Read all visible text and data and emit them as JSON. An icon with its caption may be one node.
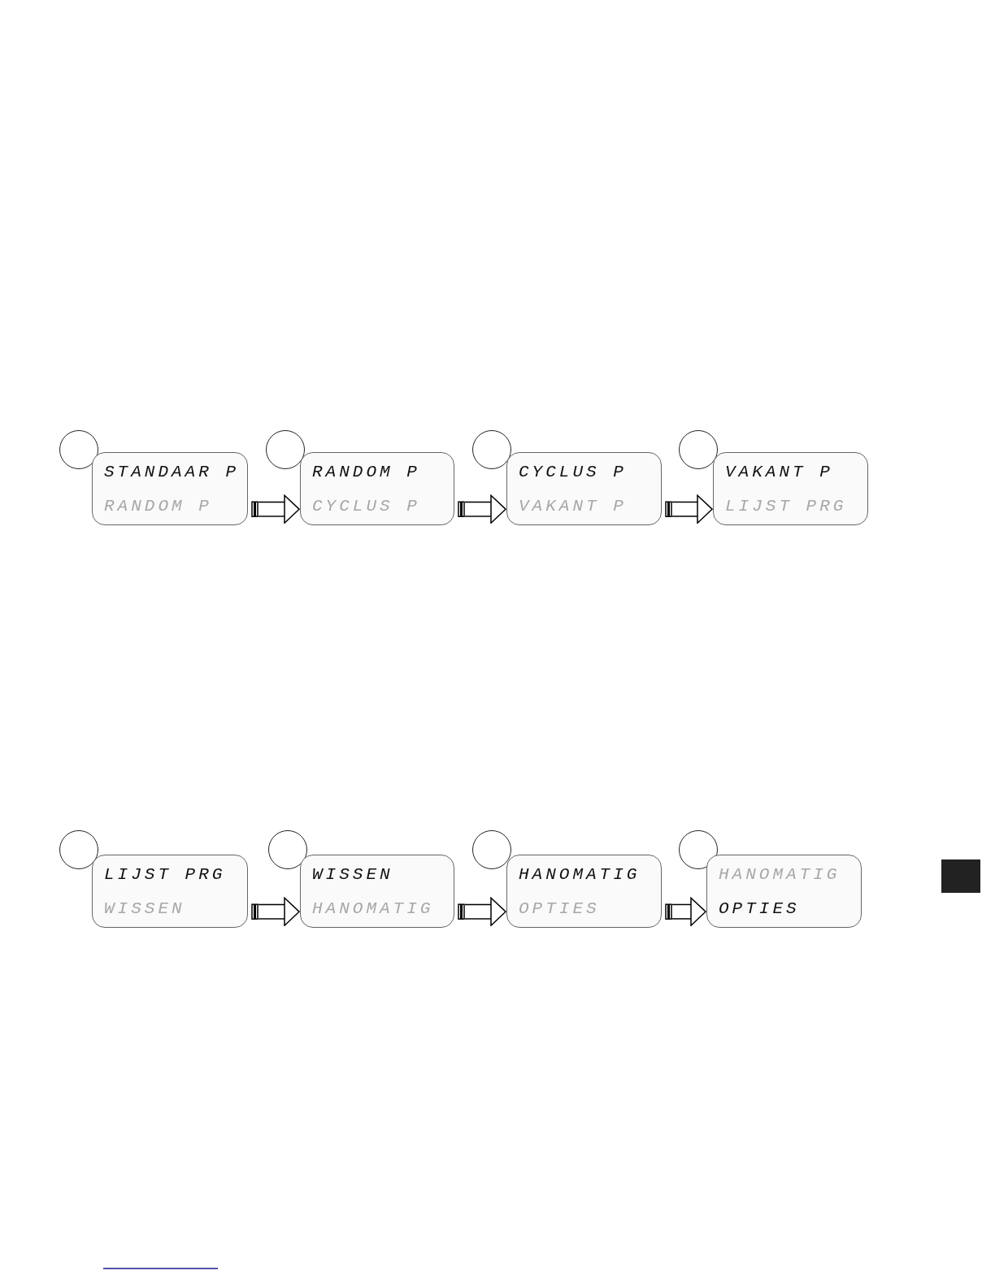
{
  "diagram": {
    "nodes": [
      {
        "text": [],
        "shape": "circle"
      },
      {
        "text": [
          "STANDAAR P",
          "RANDOM P"
        ]
      },
      {
        "text": [],
        "shape": "circle"
      },
      {
        "text": [
          "RANDOM P",
          "CYCLUS P"
        ]
      },
      {
        "text": [],
        "shape": "circle"
      },
      {
        "text": [
          "CYCLUS P",
          "VAKANT P"
        ]
      },
      {
        "text": [],
        "shape": "circle"
      },
      {
        "text": [
          "VAKANT P",
          "LIJST PRG"
        ]
      },
      {
        "text": [],
        "shape": "circle"
      },
      {
        "text": [
          "LIJST PRG",
          "WISSEN"
        ]
      },
      {
        "text": [],
        "shape": "circle"
      },
      {
        "text": [
          "WISSEN",
          "HANOMATIG"
        ]
      },
      {
        "text": [],
        "shape": "circle"
      },
      {
        "text": [
          "HANOMATIG",
          "OPTIES"
        ]
      },
      {
        "text": [],
        "shape": "circle"
      },
      {
        "text": [
          "HANOMATIG",
          "OPTIES"
        ]
      }
    ],
    "edges": [
      {
        "from": 1,
        "to": 3,
        "arrow": "to"
      },
      {
        "from": 3,
        "to": 5,
        "arrow": "to"
      },
      {
        "from": 5,
        "to": 7,
        "arrow": "to"
      },
      {
        "from": 9,
        "to": 11,
        "arrow": "to"
      },
      {
        "from": 11,
        "to": 13,
        "arrow": "to"
      },
      {
        "from": 13,
        "to": 15,
        "arrow": "to"
      }
    ]
  }
}
